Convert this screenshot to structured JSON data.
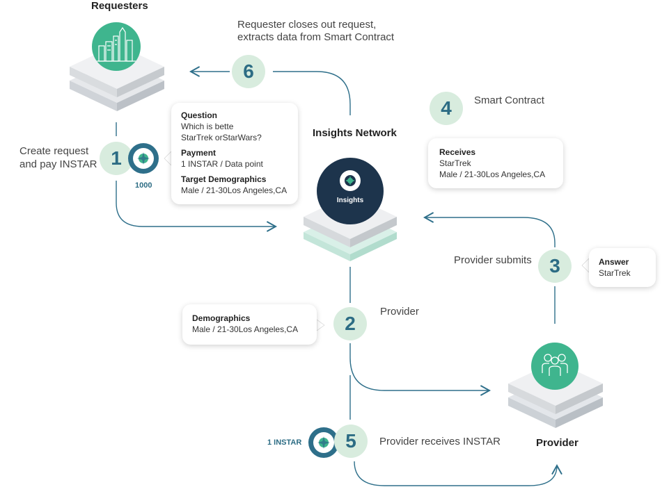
{
  "nodes": {
    "requesters_title": "Requesters",
    "network_title": "Insights Network",
    "network_logo_text": "Insights",
    "provider_title": "Provider"
  },
  "steps": {
    "s1": {
      "number": "1",
      "label_line1": "Create request",
      "label_line2": "and pay INSTAR",
      "coin_amount": "1000"
    },
    "s2": {
      "number": "2",
      "label": "Provider"
    },
    "s3": {
      "number": "3",
      "label": "Provider submits"
    },
    "s4": {
      "number": "4",
      "label": "Smart Contract"
    },
    "s5": {
      "number": "5",
      "label": "Provider receives INSTAR",
      "coin_amount": "1 INSTAR"
    },
    "s6": {
      "number": "6",
      "label_line1": "Requester closes out request,",
      "label_line2": "extracts data from Smart Contract"
    }
  },
  "cards": {
    "request": {
      "question_title": "Question",
      "question_line1": "Which is bette",
      "question_line2": "StarTrek orStarWars?",
      "payment_title": "Payment",
      "payment_value": "1 INSTAR / Data point",
      "demo_title": "Target Demographics",
      "demo_value": "Male / 21-30Los Angeles,CA"
    },
    "receives": {
      "title": "Receives",
      "line1": "StarTrek",
      "line2": "Male / 21-30Los Angeles,CA"
    },
    "demographics": {
      "title": "Demographics",
      "value": "Male / 21-30Los Angeles,CA"
    },
    "answer": {
      "title": "Answer",
      "value": "StarTrek"
    }
  },
  "colors": {
    "accent_green": "#3fb58e",
    "step_circle": "#d8ecde",
    "step_number": "#2c6c84",
    "line": "#2e6f8a",
    "network_dark": "#1d344c"
  },
  "icons": {
    "requesters": "city-skyline-icon",
    "network": "insights-logo-icon",
    "provider": "people-group-icon",
    "coin": "instar-coin-icon"
  }
}
